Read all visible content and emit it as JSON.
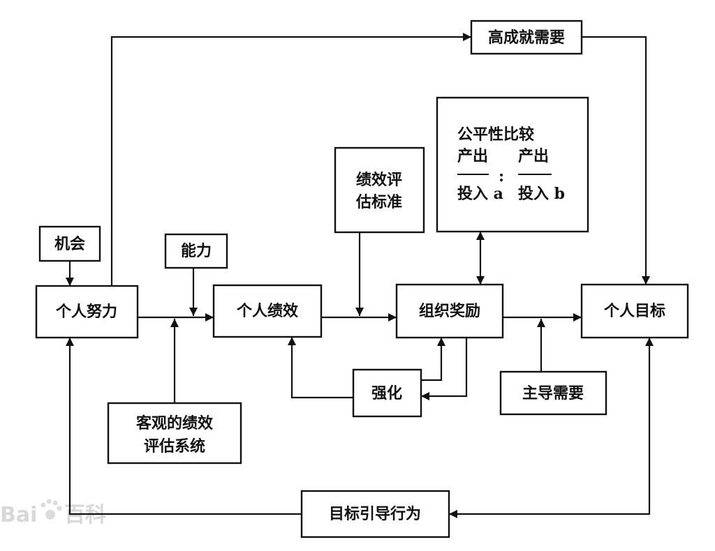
{
  "nodes": {
    "high_achievement_need": "高成就需要",
    "fairness": {
      "title": "公平性比较",
      "output_a": "产出",
      "output_b": "产出",
      "separator": ":",
      "input_a": "投入 a",
      "input_b": "投入 b"
    },
    "performance_criteria": {
      "line1": "绩效评",
      "line2": "估标准"
    },
    "opportunity": "机会",
    "ability": "能力",
    "individual_effort": "个人努力",
    "individual_performance": "个人绩效",
    "org_reward": "组织奖励",
    "individual_goal": "个人目标",
    "reinforcement": "强化",
    "dominant_need": "主导需要",
    "objective_eval": {
      "line1": "客观的绩效",
      "line2": "评估系统"
    },
    "goal_directed_behavior": "目标引导行为"
  },
  "watermark": {
    "text_a": "Bai",
    "text_b": "百科"
  },
  "colors": {
    "ink": "#111111",
    "background": "#ffffff",
    "watermark": "#d8d8d8"
  }
}
